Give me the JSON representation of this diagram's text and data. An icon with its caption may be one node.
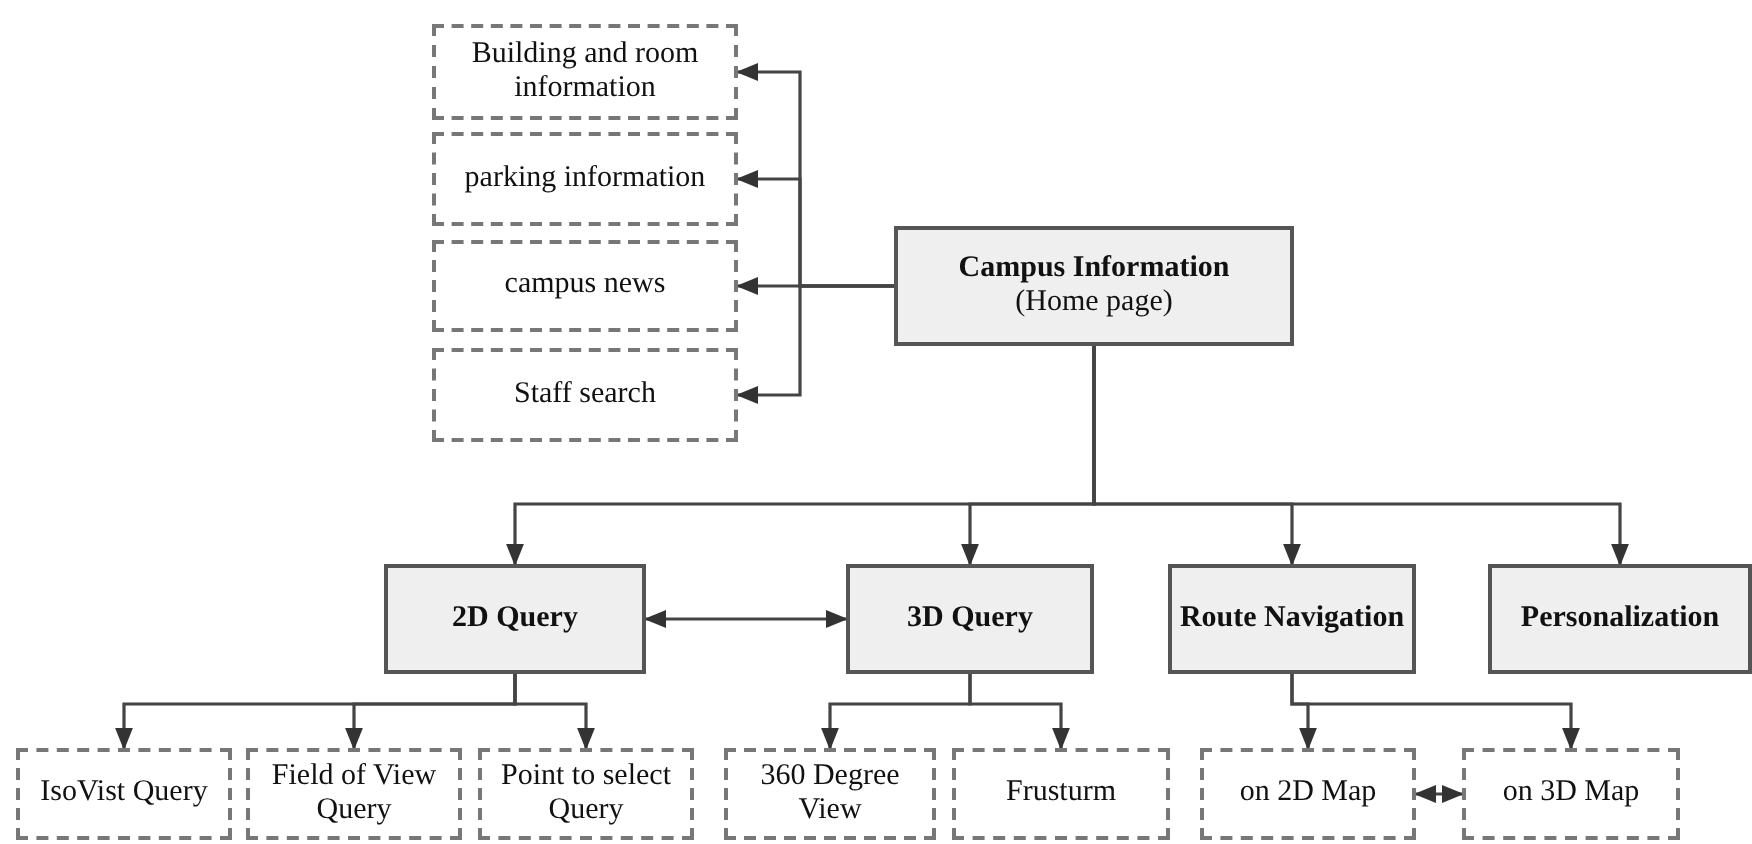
{
  "diagram": {
    "nodes": [
      {
        "text": [
          "Campus Information",
          "(Home page)"
        ]
      },
      {
        "text": [
          "Building and room information"
        ]
      },
      {
        "text": [
          "parking information"
        ]
      },
      {
        "text": [
          "campus news"
        ]
      },
      {
        "text": [
          "Staff search"
        ]
      },
      {
        "text": [
          "2D Query"
        ]
      },
      {
        "text": [
          "3D Query"
        ]
      },
      {
        "text": [
          "Route Navigation"
        ]
      },
      {
        "text": [
          "Personalization"
        ]
      },
      {
        "text": [
          "IsoVist Query"
        ]
      },
      {
        "text": [
          "Field of View Query"
        ]
      },
      {
        "text": [
          "Point to select Query"
        ]
      },
      {
        "text": [
          "360 Degree View"
        ]
      },
      {
        "text": [
          "Frusturm"
        ]
      },
      {
        "text": [
          "on 2D Map"
        ]
      },
      {
        "text": [
          "on 3D Map"
        ]
      }
    ],
    "edges": [
      {
        "from": 0,
        "to": 1,
        "arrow": "to"
      },
      {
        "from": 0,
        "to": 2,
        "arrow": "to"
      },
      {
        "from": 0,
        "to": 3,
        "arrow": "to"
      },
      {
        "from": 0,
        "to": 4,
        "arrow": "to"
      },
      {
        "from": 0,
        "to": 5,
        "arrow": "to"
      },
      {
        "from": 0,
        "to": 6,
        "arrow": "to"
      },
      {
        "from": 0,
        "to": 7,
        "arrow": "to"
      },
      {
        "from": 0,
        "to": 8,
        "arrow": "to"
      },
      {
        "from": 5,
        "to": 6,
        "arrow": "both"
      },
      {
        "from": 5,
        "to": 9,
        "arrow": "to"
      },
      {
        "from": 5,
        "to": 10,
        "arrow": "to"
      },
      {
        "from": 5,
        "to": 11,
        "arrow": "to"
      },
      {
        "from": 6,
        "to": 12,
        "arrow": "to"
      },
      {
        "from": 6,
        "to": 13,
        "arrow": "to"
      },
      {
        "from": 7,
        "to": 14,
        "arrow": "to"
      },
      {
        "from": 7,
        "to": 15,
        "arrow": "to"
      },
      {
        "from": 14,
        "to": 15,
        "arrow": "both"
      }
    ]
  }
}
